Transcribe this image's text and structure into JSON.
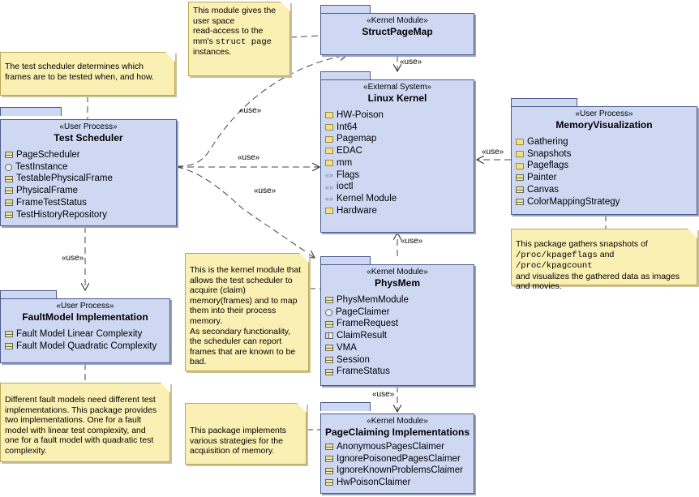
{
  "packages": {
    "struct_page_map": {
      "stereotype": "«Kernel Module»",
      "title": "StructPageMap",
      "items": []
    },
    "linux_kernel": {
      "stereotype": "«External System»",
      "title": "Linux Kernel",
      "items": [
        {
          "label": "HW-Poison",
          "icon": "folder"
        },
        {
          "label": "Int64",
          "icon": "folder"
        },
        {
          "label": "Pagemap",
          "icon": "folder"
        },
        {
          "label": "EDAC",
          "icon": "folder"
        },
        {
          "label": "mm",
          "icon": "folder"
        },
        {
          "label": "Flags",
          "icon": "flag"
        },
        {
          "label": "ioctl",
          "icon": "flag"
        },
        {
          "label": "Kernel Module",
          "icon": "flag"
        },
        {
          "label": "Hardware",
          "icon": "folder"
        }
      ]
    },
    "test_scheduler": {
      "stereotype": "«User Process»",
      "title": "Test Scheduler",
      "items": [
        {
          "label": "PageScheduler",
          "icon": "class"
        },
        {
          "label": "TestInstance",
          "icon": "interface"
        },
        {
          "label": "TestablePhysicalFrame",
          "icon": "class"
        },
        {
          "label": "PhysicalFrame",
          "icon": "class"
        },
        {
          "label": "FrameTestStatus",
          "icon": "class"
        },
        {
          "label": "TestHistoryRepository",
          "icon": "class"
        }
      ]
    },
    "memory_visualization": {
      "stereotype": "«User Process»",
      "title": "MemoryVisualization",
      "items": [
        {
          "label": "Gathering",
          "icon": "folder"
        },
        {
          "label": "Snapshots",
          "icon": "folder"
        },
        {
          "label": "Pageflags",
          "icon": "folder"
        },
        {
          "label": "Painter",
          "icon": "class"
        },
        {
          "label": "Canvas",
          "icon": "class"
        },
        {
          "label": "ColorMappingStrategy",
          "icon": "class"
        }
      ]
    },
    "physmem": {
      "stereotype": "«Kernel Module»",
      "title": "PhysMem",
      "items": [
        {
          "label": "PhysMemModule",
          "icon": "class"
        },
        {
          "label": "PageClaimer",
          "icon": "interface"
        },
        {
          "label": "FrameRequest",
          "icon": "class"
        },
        {
          "label": "ClaimResult",
          "icon": "enum"
        },
        {
          "label": "VMA",
          "icon": "class"
        },
        {
          "label": "Session",
          "icon": "class"
        },
        {
          "label": "FrameStatus",
          "icon": "class"
        }
      ]
    },
    "fault_model": {
      "stereotype": "«User Process»",
      "title": "FaultModel Implementation",
      "items": [
        {
          "label": "Fault Model Linear Complexity",
          "icon": "class"
        },
        {
          "label": "Fault Model Quadratic Complexity",
          "icon": "class"
        }
      ]
    },
    "page_claiming": {
      "stereotype": "«Kernel Module»",
      "title": "PageClaiming Implementations",
      "items": [
        {
          "label": "AnonymousPagesClaimer",
          "icon": "class"
        },
        {
          "label": "IgnorePoisonedPagesClaimer",
          "icon": "class"
        },
        {
          "label": "IgnoreKnownProblemsClaimer",
          "icon": "class"
        },
        {
          "label": "HwPoisonClaimer",
          "icon": "class"
        }
      ]
    }
  },
  "notes": {
    "struct_page_map": {
      "line1": "This module gives the",
      "line2": "user space",
      "line3": "read-access to the",
      "line4a": "mm's ",
      "line4b": "struct page",
      "line5": "instances."
    },
    "test_scheduler": {
      "line1": "The test scheduler determines which",
      "line2": "frames are to be tested when, and how."
    },
    "physmem": {
      "lines": [
        "This is the kernel module that",
        "allows the test scheduler to",
        "acquire  (claim)",
        "memory(frames) and to map",
        "them into their process",
        "memory.",
        "As secondary functionality,",
        "the scheduler can report",
        "frames that are known to be",
        "bad."
      ]
    },
    "memory_visualization": {
      "line1": "This package gathers snapshots of",
      "line2a": "/proc/kpageflags",
      "line2b": " and ",
      "line2c": "/proc/kpagcount",
      "line3": "and visualizes the gathered data as images",
      "line4": "and movies."
    },
    "fault_model": {
      "lines": [
        "Different fault models need different test",
        "implementations. This package provides",
        "two implementations.  One for a fault",
        "model with linear test complexity, and",
        "one for a fault model with quadratic test",
        "complexity."
      ]
    },
    "page_claiming": {
      "lines": [
        "This package implements",
        "various strategies for the",
        "acquisition of memory."
      ]
    }
  },
  "use_labels": {
    "spm_to_kernel": "«use»",
    "ts_to_spm": "«use»",
    "ts_to_kernel": "«use»",
    "ts_to_physmem": "«use»",
    "mv_to_kernel": "«use»",
    "physmem_to_kernel": "«use»",
    "ts_to_fault": "«use»",
    "physmem_to_claiming": "«use»"
  }
}
